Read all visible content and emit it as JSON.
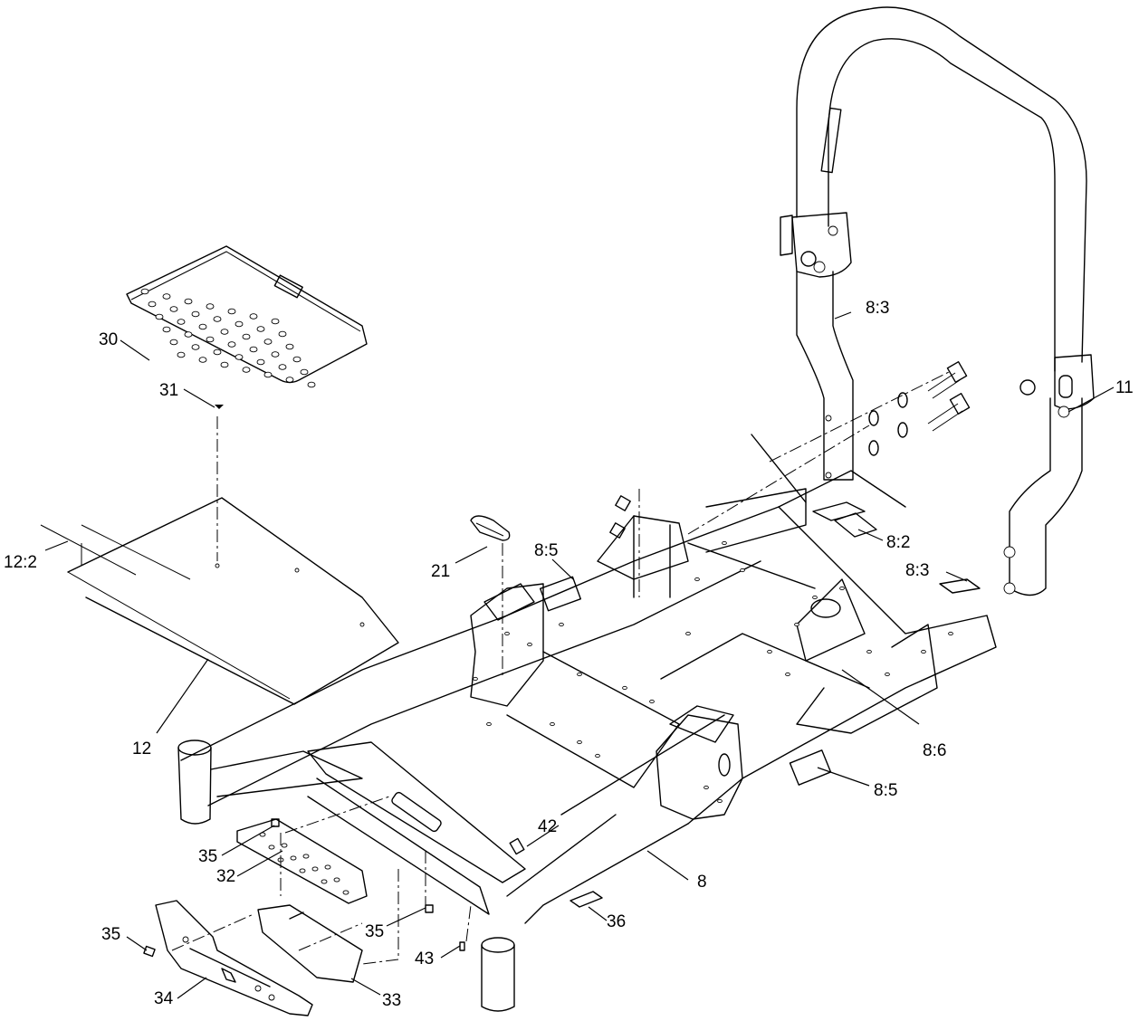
{
  "diagram": {
    "callouts": [
      {
        "id": "c-31",
        "text": "31"
      },
      {
        "id": "c-30",
        "text": "30"
      },
      {
        "id": "c-12-2",
        "text": "12:2"
      },
      {
        "id": "c-12",
        "text": "12"
      },
      {
        "id": "c-21",
        "text": "21"
      },
      {
        "id": "c-8-5-top",
        "text": "8:5"
      },
      {
        "id": "c-8-3-top",
        "text": "8:3"
      },
      {
        "id": "c-8-2",
        "text": "8:2"
      },
      {
        "id": "c-8-3-right",
        "text": "8:3"
      },
      {
        "id": "c-11",
        "text": "11"
      },
      {
        "id": "c-8-6",
        "text": "8:6"
      },
      {
        "id": "c-8-5-bottom",
        "text": "8:5"
      },
      {
        "id": "c-8",
        "text": "8"
      },
      {
        "id": "c-42",
        "text": "42"
      },
      {
        "id": "c-35-a",
        "text": "35"
      },
      {
        "id": "c-32",
        "text": "32"
      },
      {
        "id": "c-35-b",
        "text": "35"
      },
      {
        "id": "c-36",
        "text": "36"
      },
      {
        "id": "c-35-c",
        "text": "35"
      },
      {
        "id": "c-43",
        "text": "43"
      },
      {
        "id": "c-34",
        "text": "34"
      },
      {
        "id": "c-33",
        "text": "33"
      }
    ],
    "colors": {
      "line": "#000000",
      "background": "#ffffff"
    }
  }
}
